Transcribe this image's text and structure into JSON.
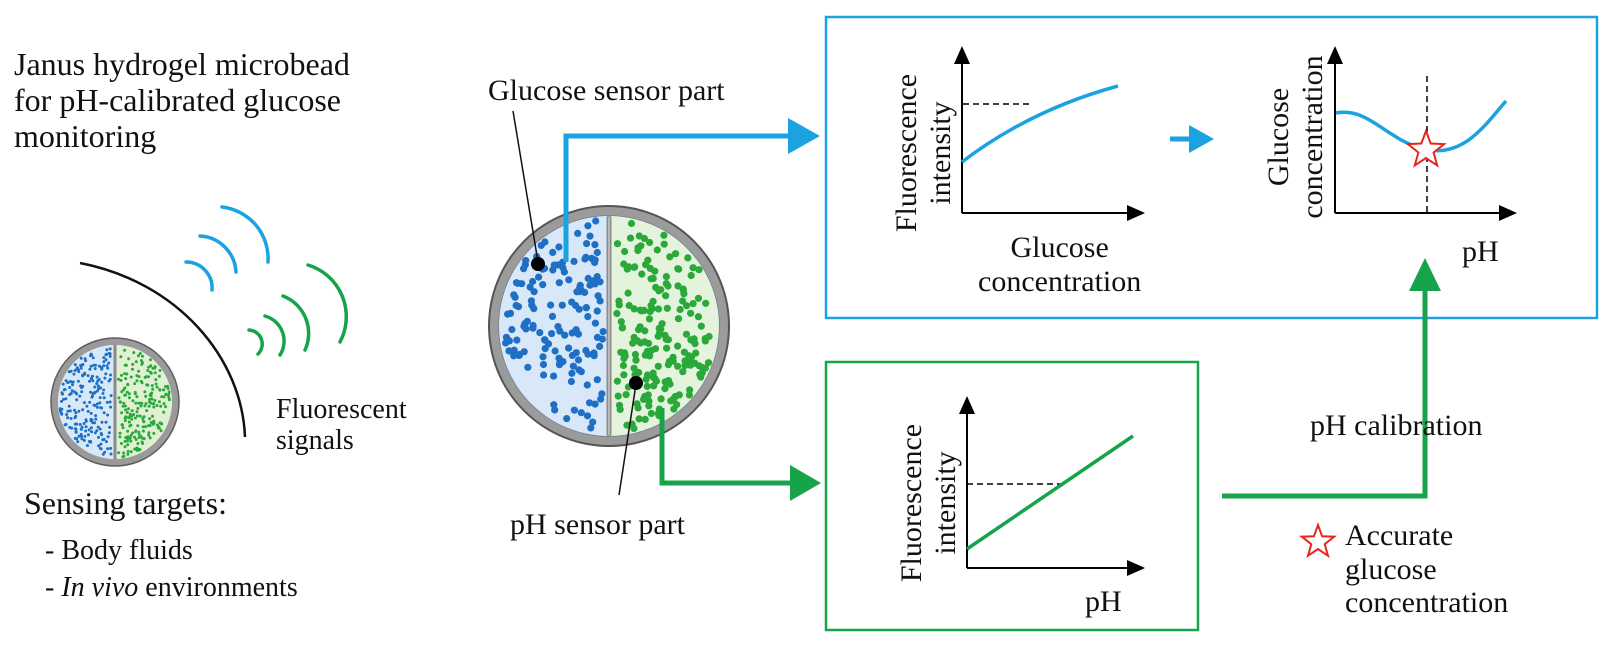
{
  "title_lines": [
    "Janus hydrogel microbead",
    "for pH-calibrated glucose",
    "monitoring"
  ],
  "fluorescent_signals": [
    "Fluorescent",
    "signals"
  ],
  "sensing_targets": {
    "heading": "Sensing targets:",
    "item_1": "- Body fluids",
    "item_2_italic": "In vivo",
    "item_2_rest": " environments",
    "item_2_prefix": "- "
  },
  "glucose_sensor_label": "Glucose sensor part",
  "ph_sensor_label": "pH sensor part",
  "glucose_box": {
    "chart1_ylabel_lines": [
      "Fluorescence",
      "intensity"
    ],
    "chart1_xlabel_lines": [
      "Glucose",
      "concentration"
    ],
    "chart2_ylabel_lines": [
      "Glucose",
      "concentration"
    ],
    "chart2_xlabel": "pH"
  },
  "ph_box": {
    "chart_ylabel_lines": [
      "Fluorescence",
      "intensity"
    ],
    "chart_xlabel": "pH"
  },
  "ph_calibration_label": "pH calibration",
  "accurate_label_lines": [
    "Accurate",
    "glucose",
    "concentration"
  ],
  "colors": {
    "glucose_blue": "#1aa3e0",
    "ph_green": "#16a34a",
    "star_red": "#e8261c",
    "bead_blue_dots": "#1f6fc4",
    "bead_green_dots": "#2aa83a"
  },
  "icons": [
    "star-icon",
    "arrow-right-icon",
    "arrow-up-icon",
    "signal-waves-icon",
    "microbead-icon"
  ]
}
